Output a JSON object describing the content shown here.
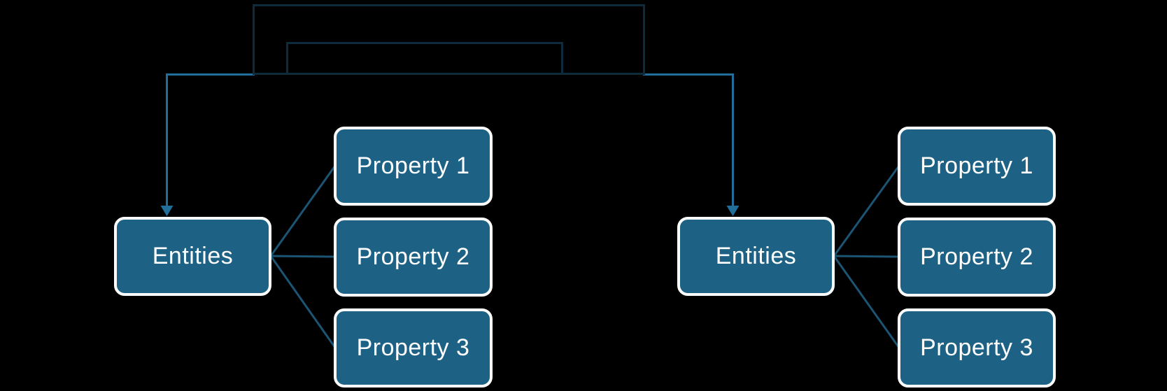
{
  "colors": {
    "background": "#000000",
    "node-fill": "#1D6285",
    "node-border": "#FEFEFE",
    "node-text": "#FFFFFF",
    "container-border": "#0E2B3C",
    "connector": "#216E9B",
    "fan-line": "#1C5474"
  },
  "groups": [
    {
      "entity": {
        "label": "Entities"
      },
      "properties": [
        {
          "label": "Property 1"
        },
        {
          "label": "Property 2"
        },
        {
          "label": "Property 3"
        }
      ]
    },
    {
      "entity": {
        "label": "Entities"
      },
      "properties": [
        {
          "label": "Property 1"
        },
        {
          "label": "Property 2"
        },
        {
          "label": "Property 3"
        }
      ]
    }
  ]
}
